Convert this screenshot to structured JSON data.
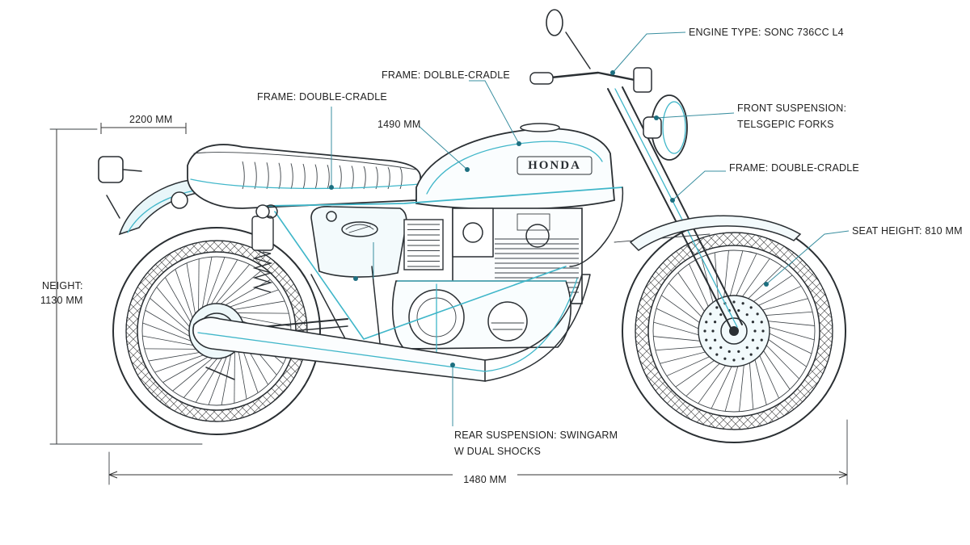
{
  "diagram": {
    "brand": "HONDA",
    "labels": {
      "engine_type": "ENGINE TYPE: SONC 736cc L4",
      "frame_top": "FRAME: DOLBLE-CRADLE",
      "frame_left": "FRAME: DOUBLE-CRADLE",
      "dim_1490": "1490 MM",
      "dim_2200": "2200 MM",
      "front_susp_1": "FRONT SUSPENSION:",
      "front_susp_2": "TELSGEPIC FORKS",
      "frame_right": "FRAME: DOUBLE-CRADLE",
      "seat_height": "SEAT HEIGHT: 810 MM",
      "height_1": "NEIGHT:",
      "height_2": "1130 MM",
      "rear_susp_1": "REAR SUSPENSION: SWINGARM",
      "rear_susp_2": "W DUAL SHOCKS",
      "length": "1480 MM"
    },
    "colors": {
      "ink": "#2a2f33",
      "accent": "#3fb6c9",
      "leader": "#3a8fa0"
    }
  }
}
